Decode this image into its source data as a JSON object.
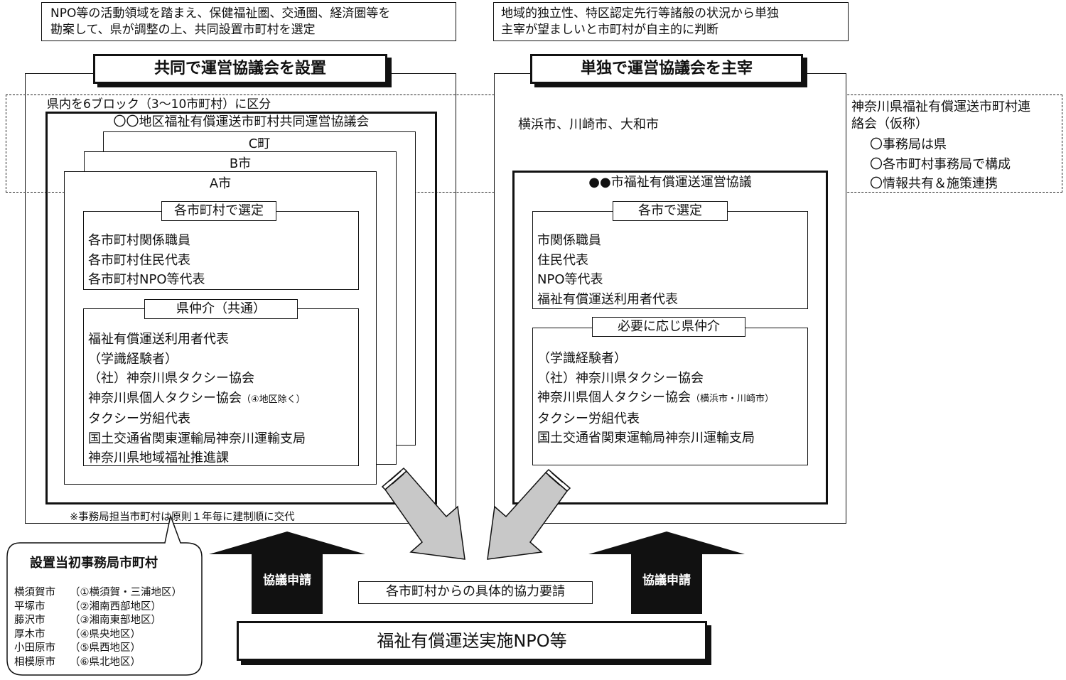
{
  "top_notes": {
    "left": [
      "NPO等の活動領域を踏まえ、保健福祉圏、交通圏、経済圏等を",
      "勘案して、県が調整の上、共同設置市町村を選定"
    ],
    "right": [
      "地域的独立性、特区認定先行等諸般の状況から単独",
      "主宰が望ましいと市町村が自主的に判断"
    ]
  },
  "left": {
    "title": "共同で運営協議会を設置",
    "block_note": "県内を6ブロック（3～10市町村）に区分",
    "council": "〇〇地区福祉有償運送市町村共同運営協議会",
    "towns": [
      "C町",
      "B市",
      "A市"
    ],
    "select_label": "各市町村で選定",
    "selected": [
      "各市町村関係職員",
      "各市町村住民代表",
      "各市町村NPO等代表"
    ],
    "pref_label": "県仲介（共通）",
    "pref": {
      "l1": "福祉有償運送利用者代表",
      "l2": "（学識経験者）",
      "l3": "（社）神奈川県タクシー協会",
      "l4": "神奈川県個人タクシー協会",
      "l4_small": "（④地区除く）",
      "l5": "タクシー労組代表",
      "l6": "国土交通省関東運輸局神奈川運輸支局",
      "l7": "神奈川県地域福祉推進課"
    },
    "rotation_note": "※事務局担当市町村は原則１年毎に建制順に交代"
  },
  "right": {
    "title": "単独で運営協議会を主宰",
    "cities": "横浜市、川崎市、大和市",
    "council": "●●市福祉有償運送運営協議",
    "select_label": "各市で選定",
    "selected": [
      "市関係職員",
      "住民代表",
      "NPO等代表",
      "福祉有償運送利用者代表"
    ],
    "pref_label": "必要に応じ県仲介",
    "pref": {
      "l1": "（学識経験者）",
      "l2": "（社）神奈川県タクシー協会",
      "l3": "神奈川県個人タクシー協会",
      "l3_small": "（横浜市・川崎市）",
      "l4": "タクシー労組代表",
      "l5": "国土交通省関東運輸局神奈川運輸支局"
    }
  },
  "liaison": {
    "title": [
      "神奈川県福祉有償運送市町村連",
      "絡会（仮称）"
    ],
    "items": [
      "〇事務局は県",
      "〇各市町村事務局で構成",
      "〇情報共有＆施策連携"
    ]
  },
  "initial_offices": {
    "title": "設置当初事務局市町村",
    "rows": [
      {
        "city": "横須賀市",
        "area": "（①横須賀・三浦地区）"
      },
      {
        "city": "平塚市",
        "area": "（②湘南西部地区）"
      },
      {
        "city": "藤沢市",
        "area": "（③湘南東部地区）"
      },
      {
        "city": "厚木市",
        "area": "（④県央地区）"
      },
      {
        "city": "小田原市",
        "area": "（⑤県西地区）"
      },
      {
        "city": "相模原市",
        "area": "（⑥県北地区）"
      }
    ]
  },
  "bottom": {
    "apply_left": "協議申請",
    "apply_right": "協議申請",
    "request": "各市町村からの具体的協力要請",
    "npo": "福祉有償運送実施NPO等"
  }
}
